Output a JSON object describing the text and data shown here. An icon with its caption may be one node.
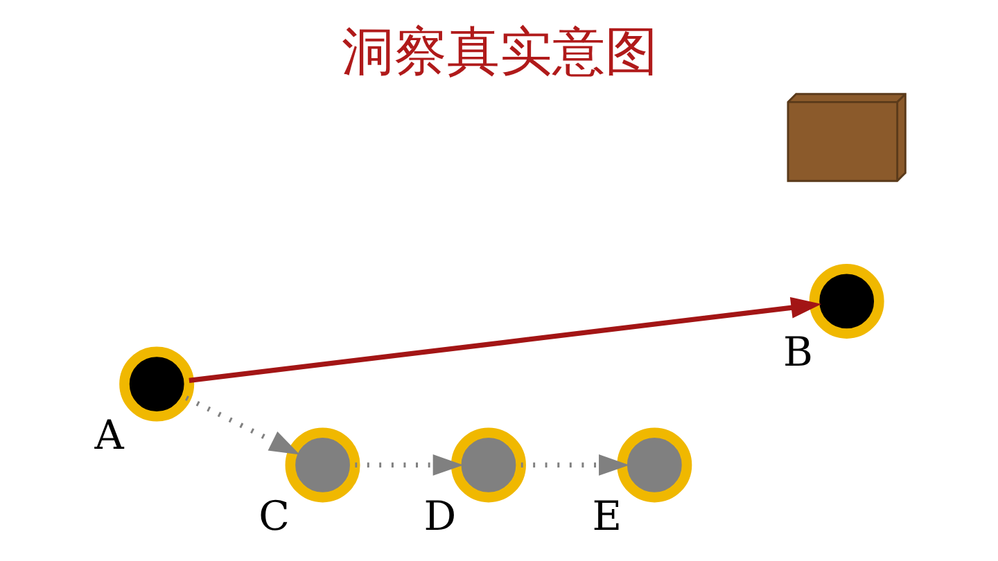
{
  "diagram": {
    "title": "洞察真实意图",
    "nodes": [
      {
        "text": [
          "A"
        ]
      },
      {
        "text": [
          "D"
        ]
      },
      {
        "text": [
          "B"
        ]
      },
      {
        "text": [],
        "shape": "picture"
      },
      {
        "text": [
          "C"
        ]
      },
      {
        "text": [
          "E"
        ]
      }
    ],
    "edges": [
      {
        "from": 0,
        "to": 2,
        "arrow": "to",
        "color": "#a31515"
      },
      {
        "from": 0,
        "to": 4,
        "arrow": "to",
        "style": "dashed"
      },
      {
        "from": 4,
        "to": 1,
        "arrow": "to",
        "style": "dashed"
      },
      {
        "from": 1,
        "to": 5,
        "arrow": "to",
        "style": "dashed"
      }
    ]
  }
}
